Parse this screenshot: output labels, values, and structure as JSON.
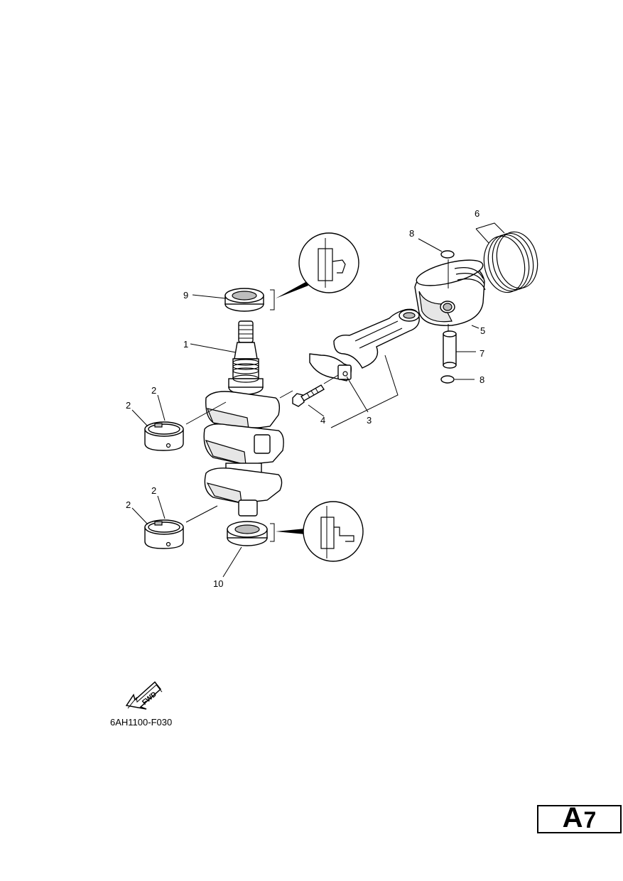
{
  "callouts": {
    "c1": "1",
    "c2a": "2",
    "c2b": "2",
    "c2c": "2",
    "c2d": "2",
    "c3": "3",
    "c4": "4",
    "c5": "5",
    "c6": "6",
    "c7": "7",
    "c8a": "8",
    "c8b": "8",
    "c9": "9",
    "c10": "10"
  },
  "fwd_arrow_label": "FWD",
  "diagram_code": "6AH1100-F030",
  "page_label": {
    "letter": "A",
    "number": "7"
  }
}
